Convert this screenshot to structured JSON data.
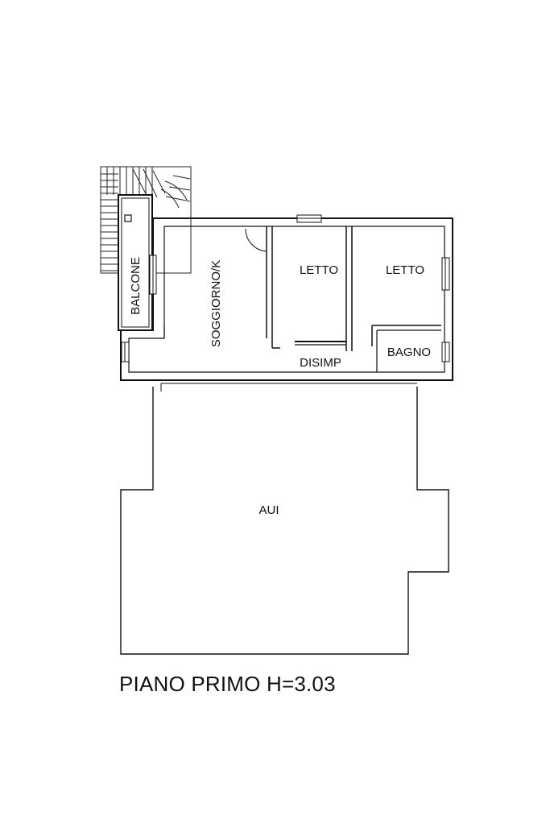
{
  "plan": {
    "rooms": {
      "balcone": "BALCONE",
      "soggiorno": "SOGGIORNO/K",
      "letto_1": "LETTO",
      "letto_2": "LETTO",
      "bagno": "BAGNO",
      "disimp": "DISIMP",
      "aui": "AUI"
    },
    "caption": "PIANO PRIMO H=3.03"
  }
}
